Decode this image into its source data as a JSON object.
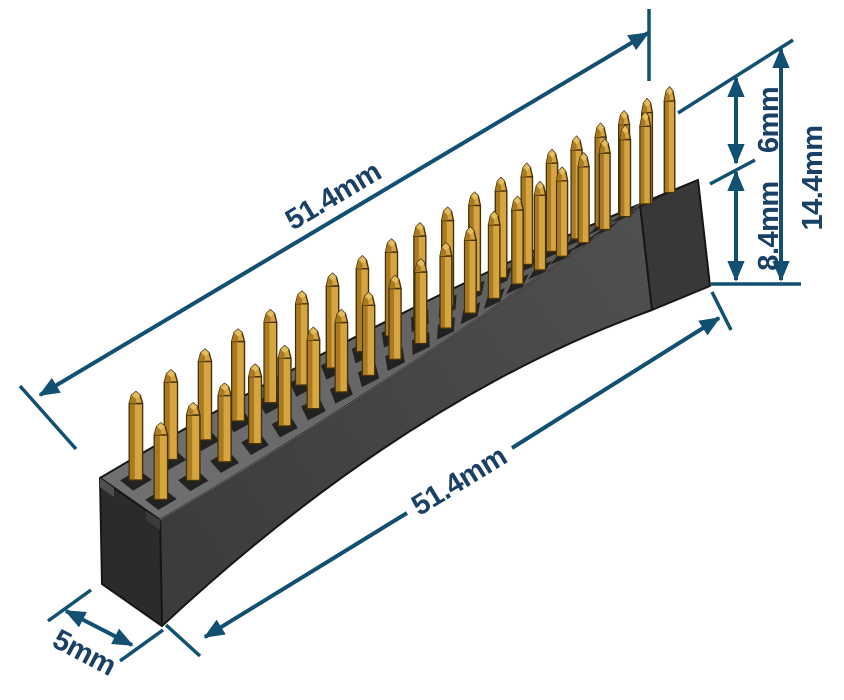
{
  "dimensions": {
    "top_length": "51.4mm",
    "pin_height": "6mm",
    "body_height": "8.4mm",
    "total_height": "14.4mm",
    "bottom_length": "51.4mm",
    "depth": "5mm"
  },
  "component": {
    "pin_rows": 2,
    "pins_per_row": 20,
    "total_pins": 40,
    "body_color_name": "black",
    "pin_color_name": "gold"
  },
  "colors": {
    "background": "#ffffff",
    "line-blue": "#115071",
    "text-blue": "#1a4066",
    "body-top-l": "#717171",
    "body-top-r": "#585858",
    "body-front-l": "#3c3c3c",
    "body-front-r": "#505050",
    "body-left": "#2b2b2b",
    "body-right": "#383838",
    "body-edge": "#161616",
    "hole": "#222222",
    "pin-light": "#d7a53f",
    "pin-dark": "#a87a22",
    "pin-outline": "#45310a",
    "pin-tip": "#e9c668"
  }
}
